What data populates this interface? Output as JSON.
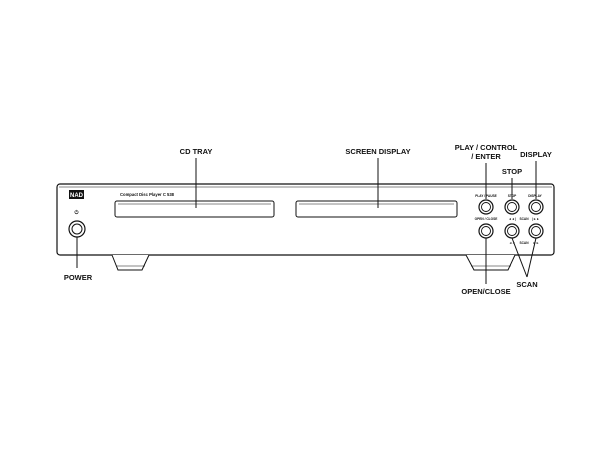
{
  "device": {
    "brand": "NAD",
    "model": "Compact Disc Player C 538",
    "power_symbol": "⏻"
  },
  "buttons": {
    "play_pause": "PLAY / PAUSE",
    "stop": "STOP",
    "display": "DISPLAY",
    "open_close": "OPEN / CLOSE",
    "skip_back": "◄◄|",
    "skip_forward": "|►►",
    "scan_label": "SCAN",
    "scan_back": "◄◄",
    "scan_forward": "►►"
  },
  "callouts": {
    "cd_tray": "CD TRAY",
    "screen_display": "SCREEN DISPLAY",
    "play_control_line1": "PLAY / CONTROL",
    "play_control_line2": "/ ENTER",
    "stop": "STOP",
    "display": "DISPLAY",
    "power": "POWER",
    "open_close": "OPEN/CLOSE",
    "scan": "SCAN"
  }
}
